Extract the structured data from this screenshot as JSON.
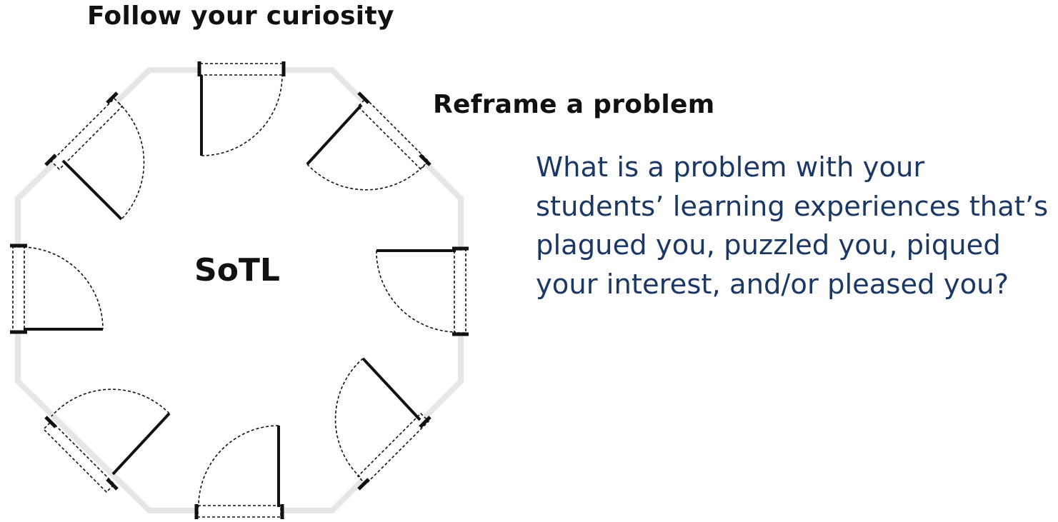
{
  "headings": {
    "follow_curiosity": "Follow your curiosity",
    "reframe_problem": "Reframe a problem"
  },
  "center_label": "SoTL",
  "prompt_text": "What is a problem with your students’ learning experiences that’s plagued you, puzzled you, piqued your interest, and/or pleased you?",
  "colors": {
    "wall": "#e6e6e6",
    "door": "#111111",
    "prompt_text": "#1b3764",
    "heading_text": "#111111"
  },
  "icons": {
    "room": "octagonal-room-floor-plan",
    "door": "open-door-with-swing-arc"
  },
  "door_count": 8
}
